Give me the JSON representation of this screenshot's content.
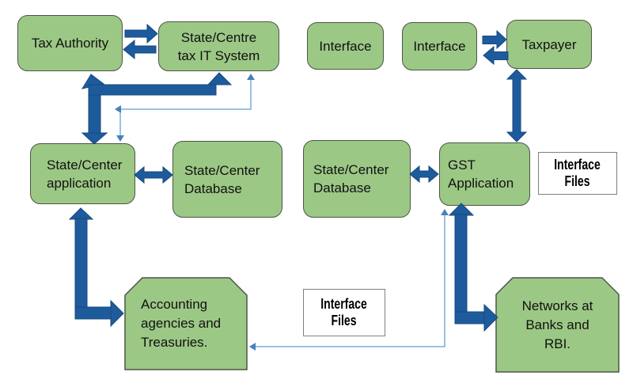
{
  "title": "GST system interfaces diagram",
  "colors": {
    "background": "#ffffff",
    "node_fill": "#9cc885",
    "node_border": "#4b5548",
    "arrow_thick": "#1e5b9c",
    "arrow_thin": "#79aedd",
    "arrow_thin_head": "#4a7fb8",
    "file_box_border": "#7f7f7f",
    "text": "#111111"
  },
  "boxes": {
    "tax_authority": {
      "label": "Tax Authority"
    },
    "tax_it_system": {
      "label": "State/Centre\ntax IT System"
    },
    "interface_1": {
      "label": "Interface"
    },
    "interface_2": {
      "label": "Interface"
    },
    "taxpayer": {
      "label": "Taxpayer"
    },
    "state_center_application": {
      "label": "State/Center\napplication"
    },
    "state_center_database_left": {
      "label": "State/Center\nDatabase"
    },
    "state_center_database_right": {
      "label": "State/Center\nDatabase"
    },
    "gst_application": {
      "label": "GST\nApplication"
    },
    "interface_files_right": {
      "label": "Interface\nFiles"
    },
    "interface_files_bottom": {
      "label": "Interface\nFiles"
    },
    "accounting_agencies": {
      "label": "Accounting\nagencies and\nTreasuries."
    },
    "networks_banks_rbi": {
      "label": "Networks at\nBanks and\nRBI."
    }
  },
  "connections": [
    {
      "from": "Tax Authority",
      "to": "State/Centre tax IT System",
      "style": "thick-arrow-right"
    },
    {
      "from": "State/Centre tax IT System",
      "to": "Tax Authority",
      "style": "thick-arrow-left"
    },
    {
      "from": "Interface",
      "to": "Taxpayer",
      "style": "thick-arrow-right"
    },
    {
      "from": "Taxpayer",
      "to": "Interface",
      "style": "thick-arrow-left"
    },
    {
      "from": "Taxpayer",
      "to": "GST Application",
      "style": "thick-double-headed-vertical"
    },
    {
      "from": "State/Center application",
      "to": "State/Center Database",
      "style": "thick-double-headed-horizontal"
    },
    {
      "from": "State/Center Database",
      "to": "GST Application",
      "style": "thick-double-headed-horizontal"
    },
    {
      "from": "State/Center application",
      "to": "State/Centre tax IT System",
      "style": "thick-elbow-double-headed"
    },
    {
      "from": "State/Center application",
      "to": "Accounting agencies and Treasuries.",
      "style": "thick-elbow-double-headed"
    },
    {
      "from": "GST Application",
      "to": "Networks at Banks and RBI.",
      "style": "thick-elbow-double-headed"
    },
    {
      "from": "State/Centre tax IT System",
      "to": "State/Center application",
      "style": "thin-elbow"
    },
    {
      "from": "GST Application",
      "to": "Accounting agencies and Treasuries.",
      "style": "thin-elbow"
    }
  ]
}
